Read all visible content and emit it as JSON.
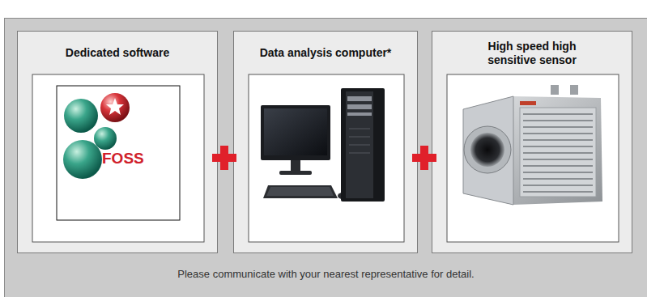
{
  "diagram": {
    "nodes": [
      {
        "text": [
          "Please communicate with your nearest representative for detail."
        ]
      },
      {
        "text": [
          "Dedicated software"
        ],
        "in": 0
      },
      {
        "text": [
          "Data analysis computer*"
        ],
        "in": 0
      },
      {
        "text": [
          "High speed high sensitive sensor"
        ],
        "in": 0
      }
    ],
    "labels": [
      "FOSS"
    ]
  }
}
